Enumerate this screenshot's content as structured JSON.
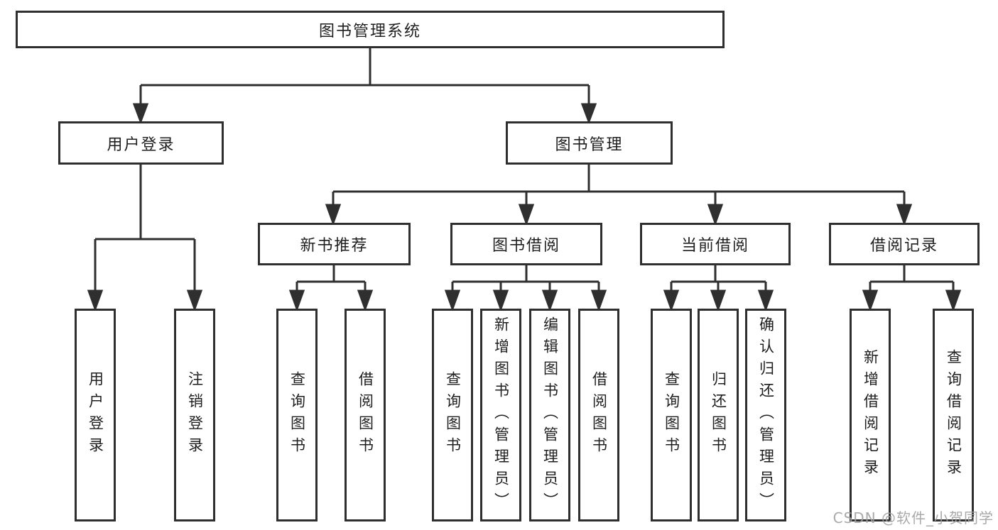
{
  "diagram_title": "图书管理系统",
  "watermark": "CSDN @软件_小贺同学",
  "colors": {
    "line": "#2f2f2f",
    "box_border": "#2f2f2f",
    "text": "#1f1f1f",
    "watermark": "#a0a0a0",
    "background": "#ffffff"
  },
  "tree": {
    "root": {
      "label": "图书管理系统"
    },
    "user_login": {
      "label": "用户登录",
      "children": {
        "login": {
          "label": "用户登录"
        },
        "logout": {
          "label": "注销登录"
        }
      }
    },
    "book_mgmt": {
      "label": "图书管理",
      "children": {
        "new_book": {
          "label": "新书推荐",
          "children": {
            "query_book": {
              "label": "查询图书"
            },
            "borrow_book": {
              "label": "借阅图书"
            }
          }
        },
        "book_borrow": {
          "label": "图书借阅",
          "children": {
            "query_book": {
              "label": "查询图书"
            },
            "add_book": {
              "label": "新增图书（管理员）"
            },
            "edit_book": {
              "label": "编辑图书（管理员）"
            },
            "borrow_book": {
              "label": "借阅图书"
            }
          }
        },
        "current_borrow": {
          "label": "当前借阅",
          "children": {
            "query_book": {
              "label": "查询图书"
            },
            "return_book": {
              "label": "归还图书"
            },
            "confirm_return": {
              "label": "确认归还（管理员）"
            }
          }
        },
        "borrow_records": {
          "label": "借阅记录",
          "children": {
            "add_record": {
              "label": "新增借阅记录"
            },
            "query_record": {
              "label": "查询借阅记录"
            }
          }
        }
      }
    }
  }
}
